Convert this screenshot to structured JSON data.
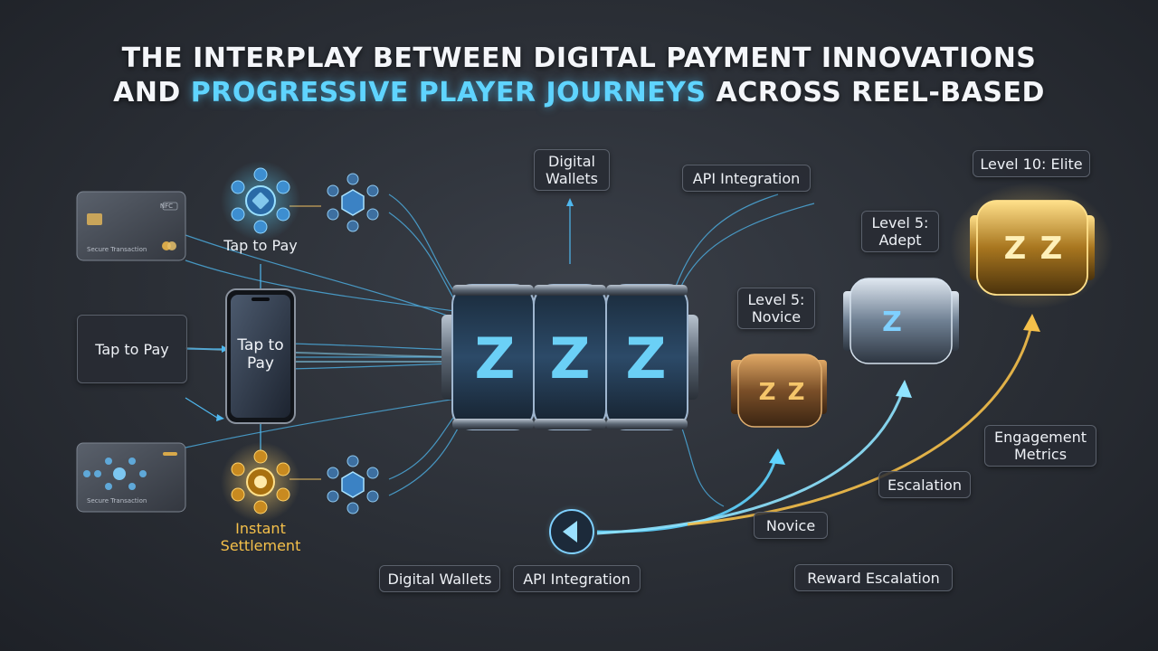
{
  "title": {
    "line1": "THE INTERPLAY BETWEEN DIGITAL PAYMENT INNOVATIONS",
    "line2_prefix": "AND ",
    "line2_highlight": "PROGRESSIVE PLAYER JOURNEYS",
    "line2_suffix": " ACROSS REEL-BASED"
  },
  "cards": {
    "top_text": "Secure Transaction",
    "bottom_text": "Secure Transaction",
    "chip_label": "NFC"
  },
  "payment": {
    "tap_to_pay_top": "Tap to Pay",
    "tap_to_pay_box": "Tap to Pay",
    "phone_label": "Tap to\nPay",
    "instant_settlement": "Instant\nSettlement",
    "digital_wallets_top": "Digital\nWallets",
    "api_integration_top": "API Integration",
    "digital_wallets_bottom": "Digital Wallets",
    "api_integration_bottom": "API Integration"
  },
  "reels": {
    "symbol": "Z"
  },
  "journey": {
    "level_novice": "Level 5:\nNovice",
    "level_adept": "Level 5:\nAdept",
    "level_elite": "Level 10: Elite",
    "novice": "Novice",
    "escalation": "Escalation",
    "engagement_metrics": "Engagement\nMetrics",
    "reward_escalation": "Reward Escalation"
  },
  "colors": {
    "accent_blue": "#5fd4ff",
    "accent_gold": "#f5c04a",
    "bronze": "#c88a4a",
    "silver": "#9fb6cf"
  }
}
